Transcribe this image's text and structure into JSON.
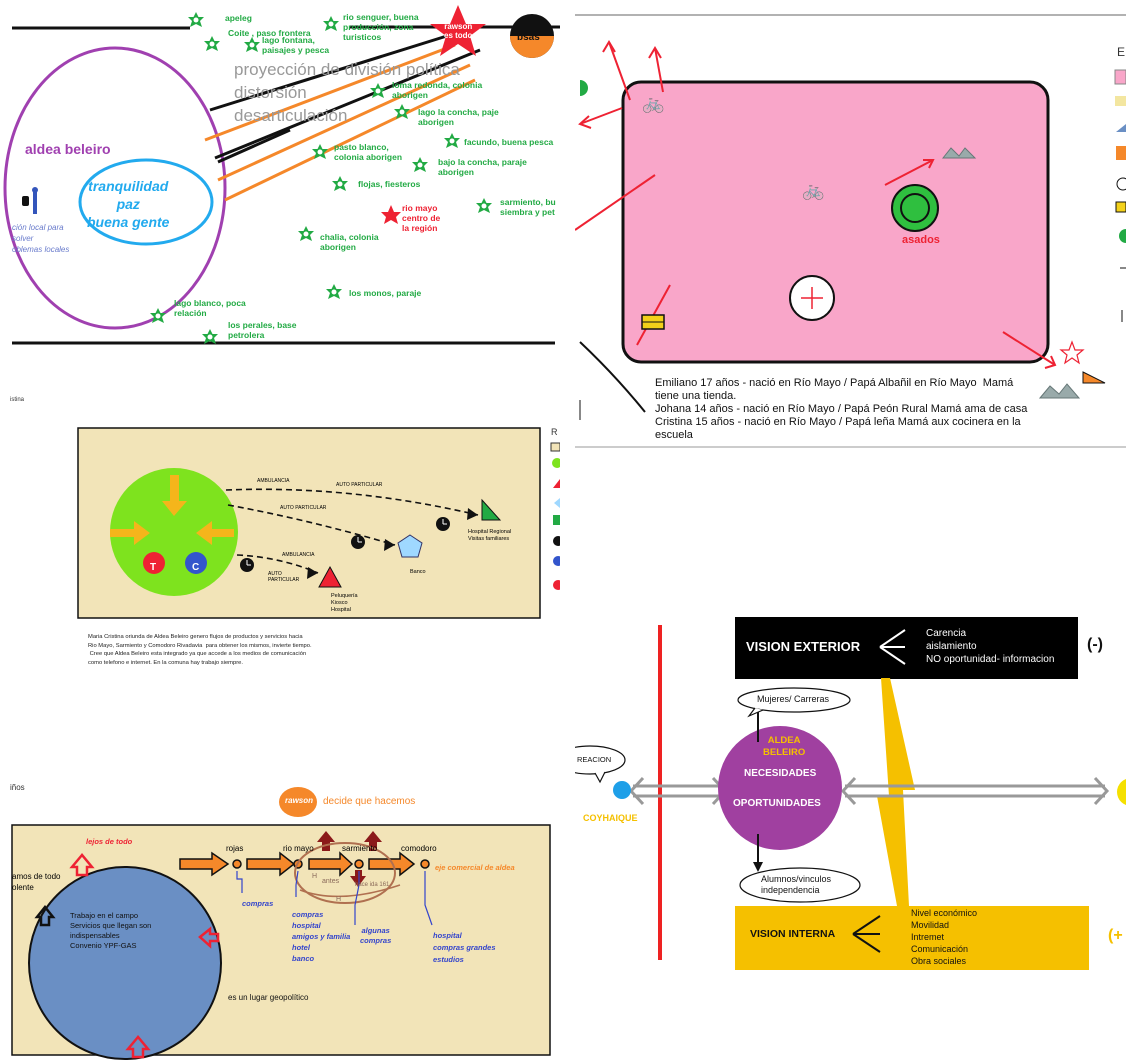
{
  "p1": {
    "places": [
      {
        "text": "apeleg"
      },
      {
        "text": "Coite , paso frontera"
      },
      {
        "text": "lago fontana,\npaisajes y pesca"
      },
      {
        "text": "rio senguer, buena\nproducción, zona\nturisticos"
      },
      {
        "text": "loma redonda, colonia\naborigen"
      },
      {
        "text": "lago la concha, paje\naborigen"
      },
      {
        "text": "pasto blanco,\ncolonia aborigen"
      },
      {
        "text": "facundo, buena pesca"
      },
      {
        "text": "bajo la concha, paraje\naborigen"
      },
      {
        "text": "flojas, fiesteros"
      },
      {
        "text": "sarmiento, bu\nsiembra y pet"
      },
      {
        "text": "chalia, colonia\naborigen"
      },
      {
        "text": "los monos, paraje"
      },
      {
        "text": "lago blanco, poca\nrelación"
      },
      {
        "text": "los perales, base\npetrolera"
      }
    ],
    "rawson": "rawson\nes todo",
    "bsas": "bsas",
    "proyeccion": "proyección de división política\ndistorsión\ndesarticulación",
    "aldea": "aldea beleiro",
    "tranquilidad": "tranquilidad\npaz\nbuena gente",
    "rio_mayo": "rio mayo\ncentro de\nla región",
    "solucion": "ción local para\nsolver\noblemas locales",
    "colors": {
      "green": "#22aa44",
      "purple": "#a040b0",
      "cyan": "#22aaee",
      "orange": "#f5882a",
      "red": "#ee2233"
    }
  },
  "p2": {
    "asados": "asados",
    "legend_letter": "E",
    "caption": "Emiliano 17 años - nació en Río Mayo / Papá Albañil en Río Mayo  Mamá\ntiene una tienda.\nJohana 14 años - nació en Río Mayo / Papá Peón Rural Mamá ama de casa\nCristina 15 años - nació en Río Mayo / Papá leña Mamá aux cocinera en la\nescuela",
    "colors": {
      "pink": "#f9a6c9",
      "red": "#ee2233"
    }
  },
  "p3": {
    "label": "istina",
    "legend_letter": "R",
    "arrows": [
      "AMBULANCIA",
      "AUTO PARTICULAR",
      "AUTO PARTICULAR",
      "AMBULANCIA",
      "AUTO\nPARTICULAR"
    ],
    "circle_t": "T",
    "circle_c": "C",
    "hospital": "Hospital Regional\nVisitas familiares",
    "banco": "Banco",
    "peluqueria": "Peluquería\nKiosco\nHospital",
    "paragraph": "Maria Cristina oriunda de Aldea Beleiro genero flujos de productos y servicios hacia\nRio Mayo, Sarmiento y Comodoro Rivadavia  para obtener los mismos, invierte tiempo.\n Cree que Aldea Beleiro esta integrado ya que accede a los medios de comunicación\ncomo telefono e internet. En la comuna hay trabajo siempre.",
    "colors": {
      "bg": "#f2e4b8",
      "green": "#7ee31e"
    }
  },
  "p4": {
    "label": "iños",
    "rawson": "rawson",
    "decide": "decide que hacemos",
    "lejos": "lejos de todo",
    "amos": "amos de todo\nolente",
    "towns": [
      "rojas",
      "rio mayo",
      "sarmiento",
      "comodoro"
    ],
    "eje": "eje  comercial de aldea",
    "antes": "antes",
    "hace": "hace ida 161",
    "h_marks": [
      "H",
      "H"
    ],
    "compras1": "compras",
    "compras2": "compras\nhospital\namigos y familia\nhotel\nbanco",
    "algunas": "algunas\ncompras",
    "hospital": "hospital\ncompras grandes\nestudios",
    "trabajo": "Trabajo en el campo\nServicios que llegan son\nindispensables\nConvenio YPF-GAS",
    "geo": "es un lugar geopolítico",
    "colors": {
      "bg": "#f2e4b8",
      "circle": "#6a8fc4",
      "orange": "#f5882a",
      "blue": "#3344cc"
    }
  },
  "p5": {
    "vision_exterior": "VISION EXTERIOR",
    "exterior_items": "Carencia\naislamiento\nNO oportunidad- informacion",
    "minus": "(-)",
    "mujeres": "Mujeres/ Carreras",
    "aldea": "ALDEA\nBELEIRO",
    "necesidades": "NECESIDADES",
    "oportunidades": "OPORTUNIDADES",
    "recreacion": "REACION",
    "coyhaique": "COYHAIQUE",
    "alumnos": "Alumnos/vinculos\nindependencia",
    "vision_interna": "VISION INTERNA",
    "interna_items": "Nivel económico\nMovilidad\nIntremet\nComunicación\nObra sociales",
    "partial_sign": "(+",
    "colors": {
      "black": "#000000",
      "gold": "#f5c000",
      "purple": "#a040a0",
      "red": "#ee2222",
      "cyan": "#1e9fe8"
    }
  }
}
